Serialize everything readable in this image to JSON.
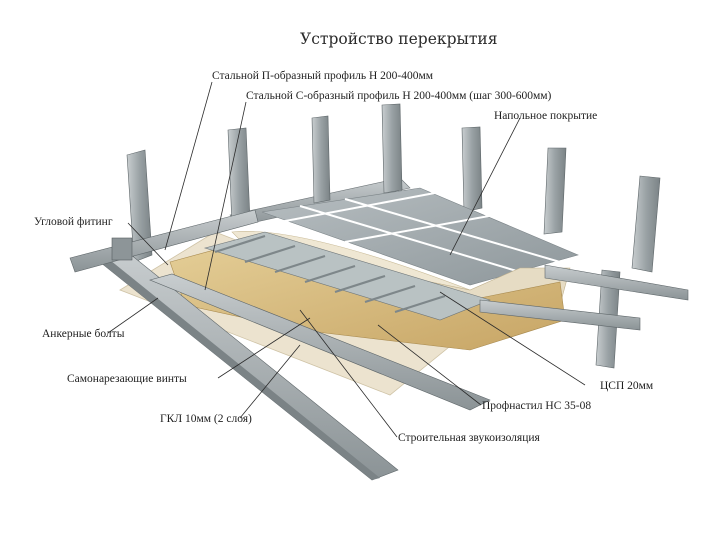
{
  "title": "Устройство перекрытия",
  "labels": {
    "p_profile": "Стальной П-образный профиль Н 200-400мм",
    "c_profile": "Стальной С-образный профиль Н 200-400мм (шаг 300-600мм)",
    "floor_covering": "Напольное покрытие",
    "corner_fitting": "Угловой фитинг",
    "anchor_bolts": "Анкерные болты",
    "screws": "Самонарезающие винты",
    "gkl": "ГКЛ 10мм (2 слоя)",
    "sound_insulation": "Строительная звукоизоляция",
    "deck": "Профнастил НС 35-08",
    "csp": "ЦСП 20мм"
  },
  "colors": {
    "steel": "#a9b0b2",
    "steel_dark": "#6f7679",
    "insulation": "#d8be82",
    "deck": "#b8c1c2",
    "tile": "#9fa7ab",
    "leader": "#2b2b2b"
  }
}
